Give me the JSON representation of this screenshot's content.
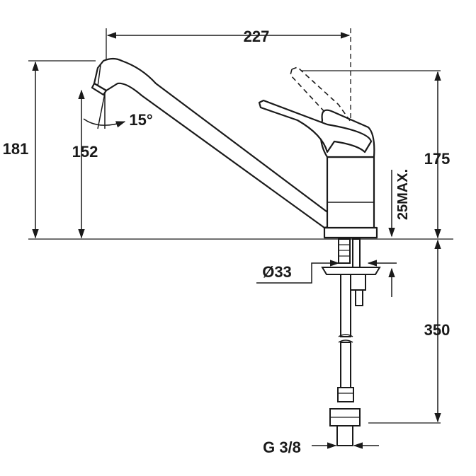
{
  "dimensions": {
    "width_top": "227",
    "height_total": "181",
    "height_outlet": "152",
    "angle": "15°",
    "height_body": "175",
    "max_thickness": "25MAX.",
    "hole_diameter": "Ø33",
    "hose_length": "350",
    "connection": "G 3/8"
  },
  "colors": {
    "line": "#1a1a1a",
    "dashed": "#1a1a1a",
    "background": "#ffffff"
  }
}
